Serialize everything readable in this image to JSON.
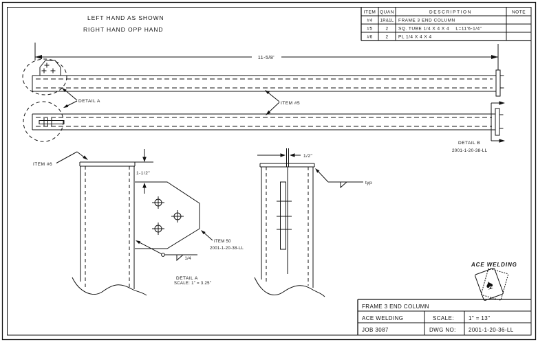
{
  "notes": {
    "left_hand": "LEFT HAND AS SHOWN",
    "right_hand": "RIGHT HAND OPP HAND"
  },
  "parts_table": {
    "col_item": "ITEM",
    "col_quan": "QUAN",
    "col_description": "DESCRIPTION",
    "col_note": "NOTE",
    "rows": [
      {
        "item": "#4",
        "quan": "1R&1L",
        "description": "FRAME 3 END COLUMN",
        "note": ""
      },
      {
        "item": "#5",
        "quan": "2",
        "description": "SQ. TUBE 1/4 X 4 X 4    L=11'6-1/4\"",
        "note": ""
      },
      {
        "item": "#6",
        "quan": "2",
        "description": "PL 1/4 X 4 X 4",
        "note": ""
      }
    ]
  },
  "main_view": {
    "length_dimension": "11-5/8'",
    "detail_a_callout": "DETAIL A",
    "item5_callout": "ITEM #5",
    "detail_b_label": "DETAIL B",
    "detail_b_ref": "2001-1-20-38-LL"
  },
  "detail_a": {
    "item6_callout": "ITEM #6",
    "offset_dimension": "1-1/2\"",
    "weld_size": "1/4",
    "item50_label": "ITEM 50",
    "item50_ref": "2001-1-20-38-LL",
    "title": "DETAIL A",
    "scale": "SCALE: 1\" = 3.25\""
  },
  "slot_view": {
    "plate_dimension": "1/2\"",
    "weld_note": "typ"
  },
  "logo": {
    "text": "ACE WELDING",
    "card_suit": "♠"
  },
  "title_block": {
    "drawing_title": "FRAME 3 END COLUMN",
    "company": "ACE WELDING",
    "scale_label": "SCALE:",
    "scale_value": "1\" = 13\"",
    "job_number": "JOB 3087",
    "dwg_label": "DWG NO:",
    "dwg_number": "2001-1-20-36-LL"
  },
  "colors": {
    "line": "#111111",
    "logo_red": "#b02020"
  }
}
